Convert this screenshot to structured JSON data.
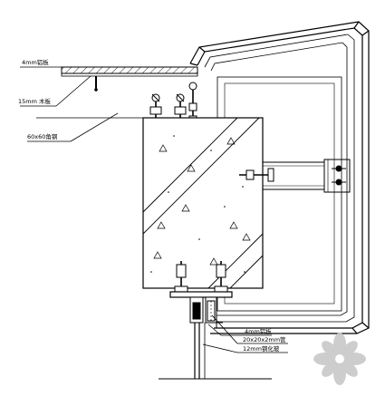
{
  "drawing": {
    "type": "curtain wall / canopy node section (CAD)",
    "labels": {
      "top_plate": "4mm铝板",
      "board": "15mm 木板",
      "angle": "60x60角钢",
      "bottom_plate": "4mm铝板",
      "tube": "20x20x2mm管",
      "glass": "12mm钢化玻"
    }
  },
  "colors": {
    "line": "#000000",
    "background": "#ffffff",
    "watermark": "#c8c8c8"
  },
  "watermark": {
    "icon": "flower-logo"
  }
}
